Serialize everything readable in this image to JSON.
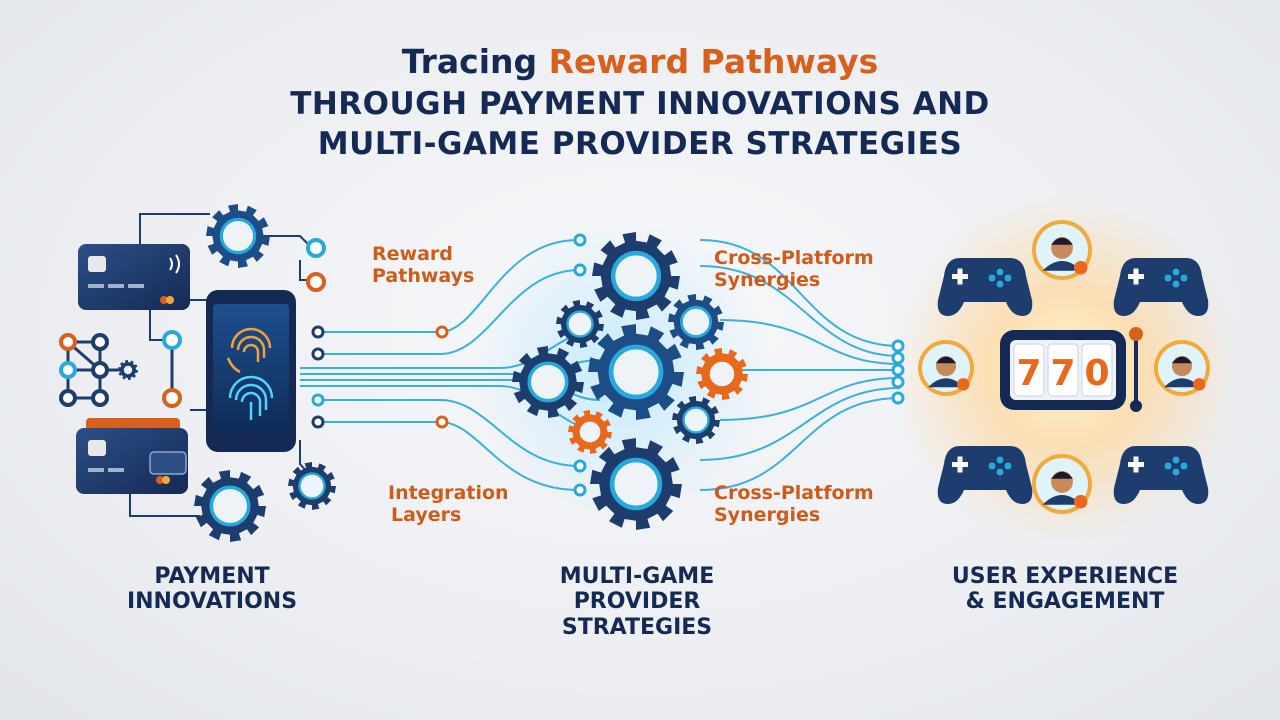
{
  "title": {
    "prefix": "Tracing",
    "accent": "Reward Pathways",
    "line2": "THROUGH PAYMENT INNOVATIONS AND",
    "line3": "MULTI-GAME PROVIDER STRATEGIES"
  },
  "labels": {
    "reward_pathways_1": "Reward",
    "reward_pathways_2": "Pathways",
    "integration_1": "Integration",
    "integration_2": "Layers",
    "cross_top_1": "Cross-Platform",
    "cross_top_2": "Synergies",
    "cross_bottom_1": "Cross-Platform",
    "cross_bottom_2": "Synergies"
  },
  "sections": {
    "payment_1": "PAYMENT",
    "payment_2": "INNOVATIONS",
    "provider_1": "MULTI-GAME",
    "provider_2": "PROVIDER",
    "provider_3": "STRATEGIES",
    "ux_1": "USER EXPERIENCE",
    "ux_2": "& ENGAGEMENT"
  },
  "slot_digits": [
    "7",
    "7",
    "0"
  ],
  "colors": {
    "navy": "#142a55",
    "accent_orange": "#d9601b",
    "cyan": "#27a9dd",
    "gear_blue": "#1c3d6e"
  },
  "icons": [
    "credit-card-icon",
    "smartphone-fingerprint-icon",
    "wallet-icon",
    "gear-icon",
    "gamepad-icon",
    "slot-machine-icon",
    "user-avatar-icon"
  ]
}
